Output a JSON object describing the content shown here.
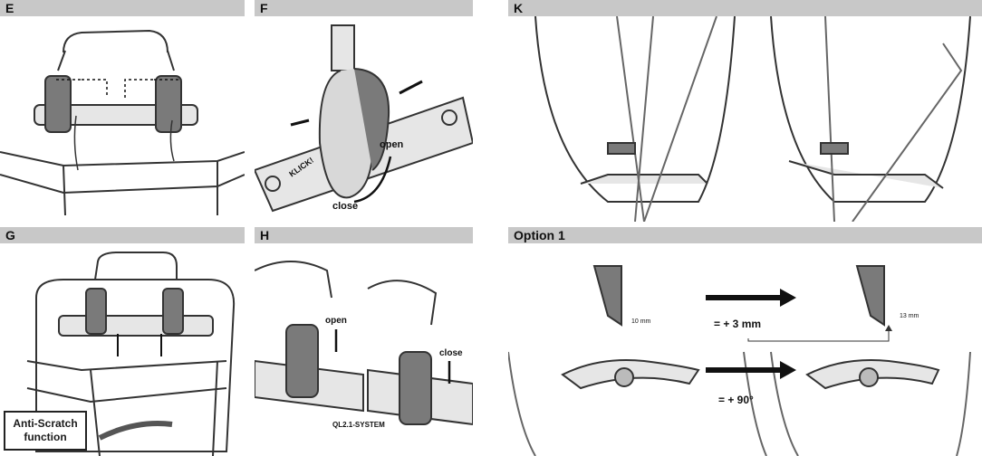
{
  "panels": {
    "e": {
      "label": "E"
    },
    "f": {
      "label": "F",
      "open_label": "open",
      "close_label": "close",
      "klick_label": "KLICK!"
    },
    "k": {
      "label": "K"
    },
    "g": {
      "label": "G",
      "callout": "Anti-Scratch function"
    },
    "h": {
      "label": "H",
      "open_label": "open",
      "close_label": "close",
      "system_label": "QL2.1-SYSTEM"
    },
    "option1": {
      "label": "Option 1",
      "offset_small": "10 mm",
      "offset_large": "13 mm",
      "increase_label": "= + 3 mm",
      "rotate_label": "= + 90°"
    }
  },
  "colors": {
    "bar": "#c8c8c8",
    "line": "#333333",
    "part_fill": "#e6e6e6",
    "dark_part": "#7a7a7a"
  }
}
